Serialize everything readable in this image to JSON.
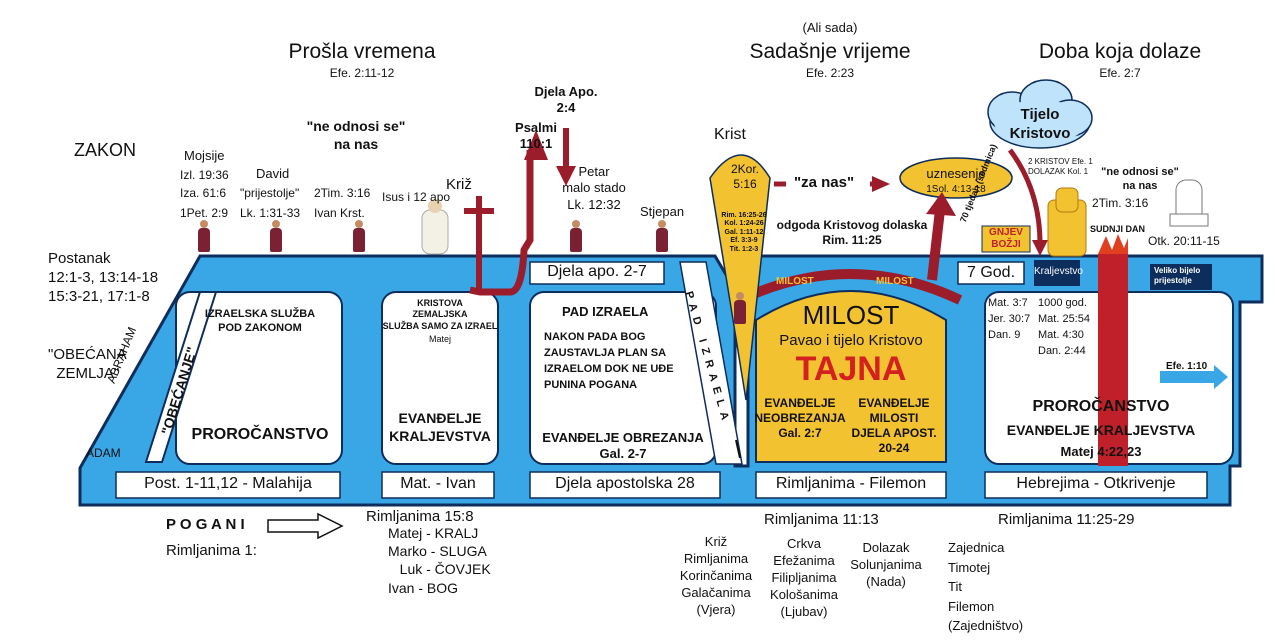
{
  "headers": {
    "past": {
      "title": "Prošla vremena",
      "ref": "Efe. 2:11-12"
    },
    "present": {
      "note": "(Ali sada)",
      "title": "Sadašnje vrijeme",
      "ref": "Efe. 2:23"
    },
    "future": {
      "title": "Doba koja dolaze",
      "ref": "Efe. 2:7"
    }
  },
  "left": {
    "zakon": "ZAKON",
    "postanak": "Postanak\n12:1-3, 13:14-18\n15:3-21, 17:1-8",
    "obecana": "\"OBEĆANA\n  ZEMLJA\"",
    "abraham": "ABRAHAM",
    "obecanje": "\"OBEĆANJE\"",
    "adam": "ADAM"
  },
  "top_refs": {
    "mojsije": "Mojsije",
    "izl": "Izl. 19:36",
    "iza": "Iza. 61:6",
    "pet": "1Pet. 2:9",
    "david": "David",
    "prijestolje": "\"prijestolje\"",
    "lk": "Lk. 1:31-33",
    "tim": "2Tim. 3:16",
    "isus": "Isus i 12 apo",
    "ivan": "Ivan Krst.",
    "ne_odnosi": "\"ne odnosi se\"\nna nas",
    "kriz": "Križ",
    "djela_apo": "Djela Apo.\n2:4",
    "psalmi": "Psalmi\n110:1",
    "petar": "Petar\nmalo stado\nLk. 12:32",
    "stjepan": "Stjepan"
  },
  "boxes": {
    "proroc1_top": "IZRAELSKA SLUŽBA\nPOD ZAKONOM",
    "proroc1_bottom": "PROROČANSTVO",
    "kristova": "KRISTOVA\nZEMALJSKA\nSLUŽBA SAMO ZA IZRAEL",
    "matej_small": "Matej",
    "evandelje_kr": "EVANĐELJE\nKRALJEVSTVA",
    "djela_apo_27": "Djela apo. 2-7",
    "pad_izraela_title": "PAD IZRAELA",
    "pad_text": "NAKON PADA BOG\nZAUSTAVLJA PLAN SA\nIZRAELOM DOK NE UĐE\nPUNINA POGANA",
    "evandelje_obr": "EVANĐELJE OBREZANJA\nGal. 2-7",
    "pad_izraela_vertical": "PAD IZRAELA"
  },
  "bottom_bar": {
    "post": "Post. 1-11,12 - Malahija",
    "mat": "Mat. - Ivan",
    "djela28": "Djela apostolska 28",
    "rim_filemon": "Rimljanima - Filemon",
    "hebr": "Hebrejima - Otkrivenje"
  },
  "krist_area": {
    "krist": "Krist",
    "kor": "2Kor.\n5:16",
    "rim_list": "Rim. 16:25-26\nKol. 1:24-26\nGal. 1:11-12\nEf. 3:3-9\nTit. 1:2-3",
    "za_nas": "\"za nas\"",
    "uznesenje": "uznesenje",
    "sol": "1Sol. 4:13-18",
    "odgoda": "odgoda Kristovog dolaska\nRim. 11:25",
    "milost_left": "MILOST",
    "milost_right": "MILOST",
    "milost_big": "MILOST",
    "pavao": "Pavao i tijelo Kristovo",
    "tajna": "TAJNA",
    "evandelje_neobr": "EVANĐELJE\nNEOBREZANJA\nGal. 2:7",
    "evandelje_milosti": "EVANĐELJE\nMILOSTI\nDJELA APOST.\n20-24"
  },
  "future_area": {
    "tijelo": "Tijelo\nKristovo",
    "kristov_small": "2 KRISTOV Efe. 1\nDOLAZAK Kol. 1",
    "ne_odnosi2": "\"ne odnosi se\"\nna nas",
    "tim2": "2Tim. 3:16",
    "sudnji": "SUDNJI DAN",
    "otk": "Otk. 20:11-15",
    "tjedan": "70 tjedan (sedmica)",
    "gnjev": "GNJEV\nBOŽJI",
    "god7": "7 God.",
    "kraljevstvo": "Kraljevstvo",
    "veliko": "Veliko bijelo\nprijestolje",
    "refs_left": "Mat. 3:7\nJer. 30:7\nDan. 9",
    "refs_right": "1000 god.\nMat. 25:54\nMat. 4:30\nDan. 2:44",
    "efe110": "Efe. 1:10",
    "proroc2": "PROROČANSTVO",
    "evandelje_kr2": "EVANĐELJE KRALJEVSTVA",
    "matej422": "Matej 4:22,23"
  },
  "below": {
    "pogani": "P O G A N I",
    "rim1": "Rimljanima 1:",
    "rim158": "Rimljanima 15:8",
    "gospels": "Matej - KRALJ\nMarko - SLUGA\n   Luk - ČOVJEK\nIvan - BOG",
    "rim1113": "Rimljanima 11:13",
    "kriz_col": "Križ\nRimljanima\nKorinčanima\nGalačanima\n(Vjera)",
    "crkva_col": "Crkva\nEfežanima\nFilipljanima\nKološanima\n(Ljubav)",
    "dolazak_col": "Dolazak\nSolunjanima\n(Nada)",
    "rim1125": "Rimljanima 11:25-29",
    "zajednica_col": "Zajednica\nTimotej\nTit\nFilemon\n(Zajedništvo)"
  },
  "colors": {
    "blue": "#39a6e6",
    "dark": "#0d2d5c",
    "gold": "#f2c230",
    "maroon": "#9b1c2a",
    "cloud": "#bfe3fa"
  }
}
